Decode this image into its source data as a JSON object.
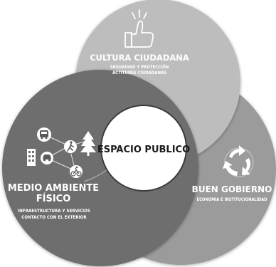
{
  "center": {
    "label": "ESPACIO PUBLICO"
  },
  "circles": {
    "cultura": {
      "title": "CULTURA CIUDADANA",
      "subtitle_lines": [
        "SEGURIDAD Y PROTECCIÓN",
        "ACTITUDES CIUDADANAS"
      ],
      "color": "#bdbdbd",
      "icon": "thumbs-up-icon"
    },
    "medio": {
      "title_lines": [
        "MEDIO AMBIENTE",
        "FÍSICO"
      ],
      "subtitle_lines": [
        "INFRAESTRUCTURA Y SERVICIOS",
        "CONTACTO CON EL EXTERIOR"
      ],
      "color": "#6e6e6e",
      "icons": [
        "bus-icon",
        "pedestrian-icon",
        "tree-icon",
        "building-icon",
        "car-icon",
        "cyclist-icon"
      ]
    },
    "gobierno": {
      "title": "BUEN GOBIERNO",
      "subtitle": "ECONOMÍA E INSTITUCIONALIDAD",
      "color": "#9b9b9b",
      "icon": "recycle-arrows-icon"
    }
  }
}
